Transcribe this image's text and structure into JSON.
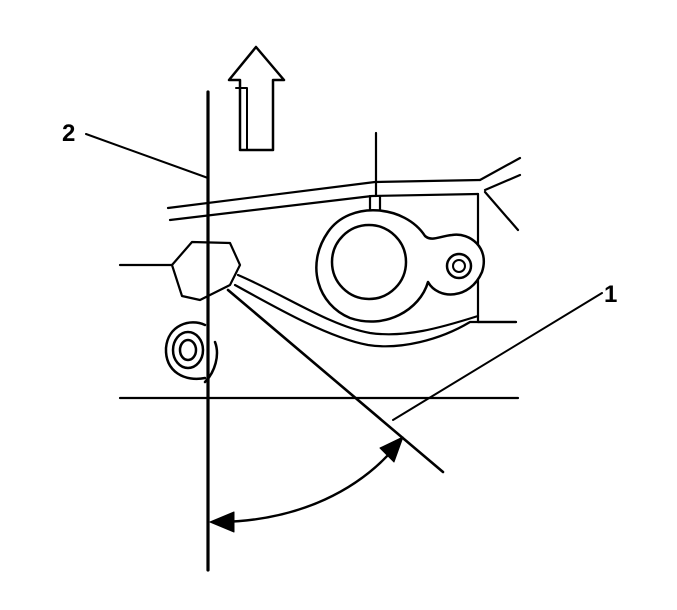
{
  "callouts": [
    {
      "id": "1",
      "text": "1"
    },
    {
      "id": "2",
      "text": "2"
    }
  ],
  "colors": {
    "line": "#000000",
    "background": "#ffffff"
  },
  "icons": {
    "direction_arrow": "up-arrow-icon",
    "angle_arrow": "curved-double-arrow-icon"
  }
}
